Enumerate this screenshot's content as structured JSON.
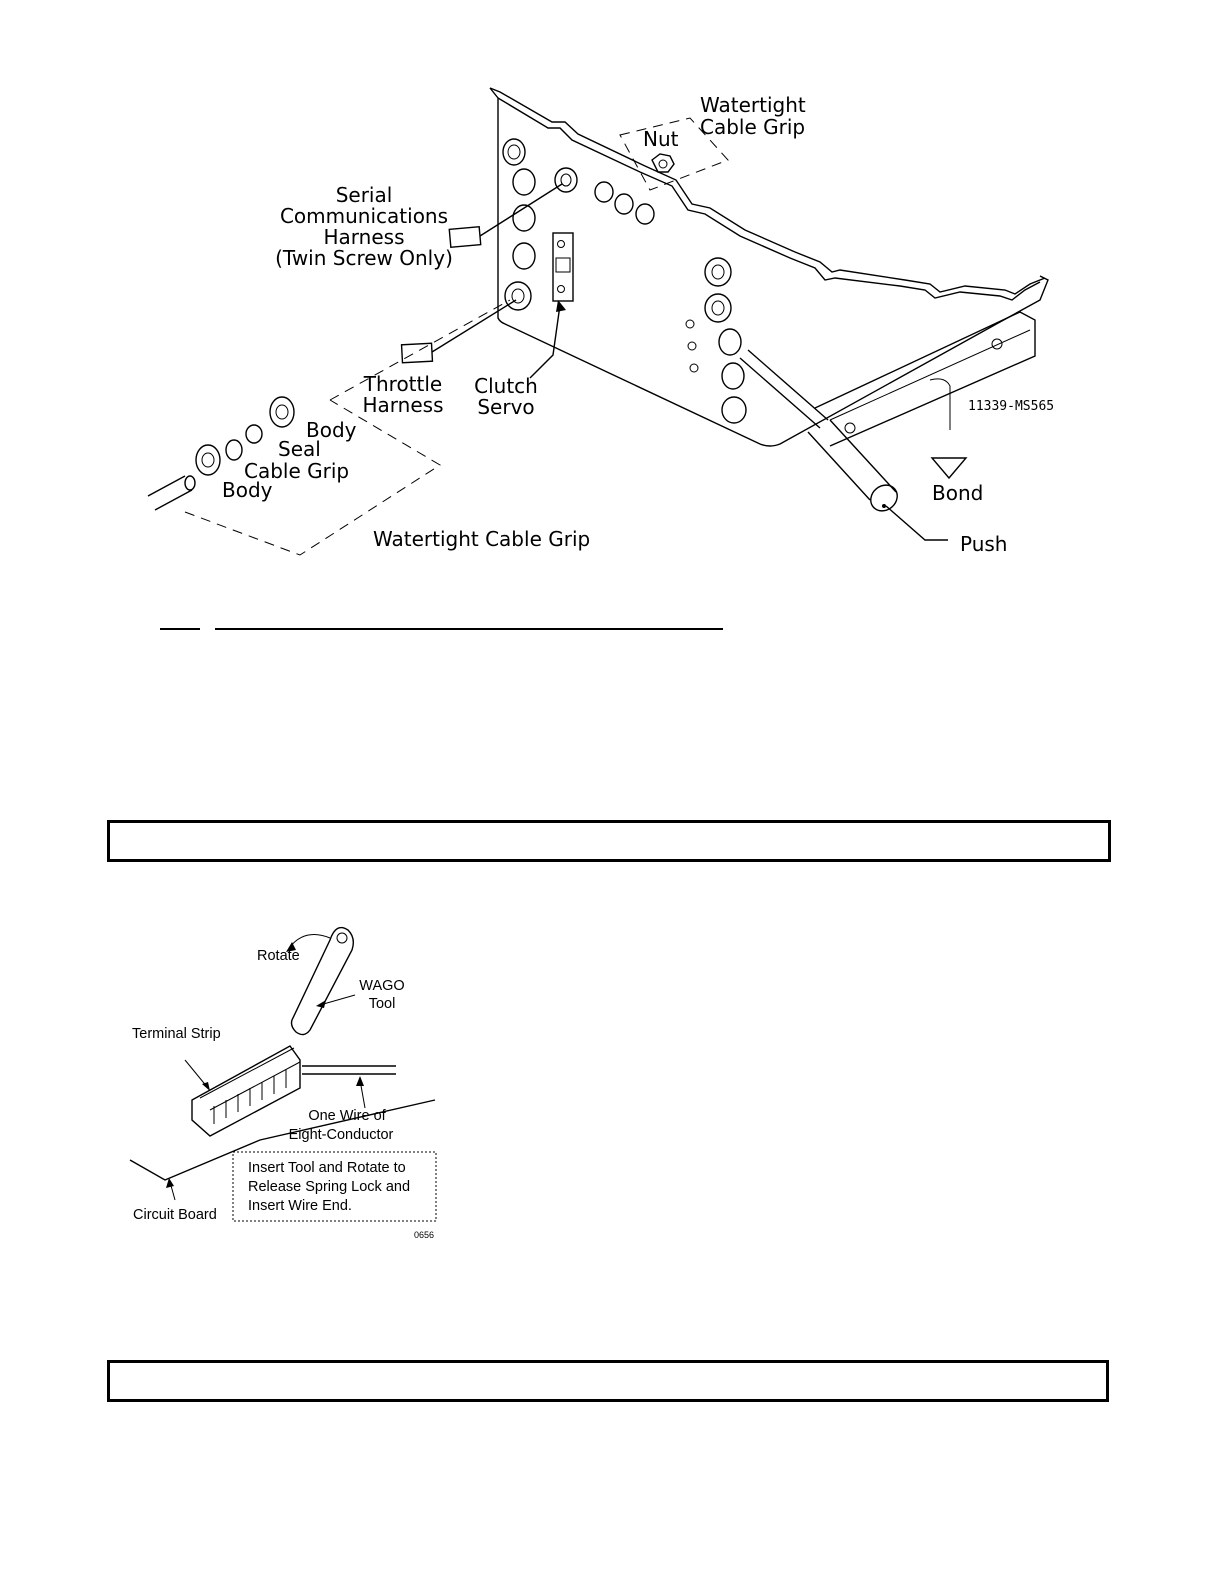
{
  "figure1": {
    "id": "11339-MS565",
    "labels": {
      "watertight_top_1": "Watertight",
      "watertight_top_2": "Cable Grip",
      "nut": "Nut",
      "serial_1": "Serial",
      "serial_2": "Communications",
      "serial_3": "Harness",
      "serial_4": "(Twin Screw Only)",
      "throttle_1": "Throttle",
      "throttle_2": "Harness",
      "clutch_1": "Clutch",
      "clutch_2": "Servo",
      "body_top": "Body",
      "seal": "Seal",
      "cable_grip": "Cable Grip",
      "body_bottom": "Body",
      "watertight_bottom": "Watertight Cable Grip",
      "bond": "Bond",
      "push": "Push"
    }
  },
  "figure2": {
    "id": "0656",
    "labels": {
      "rotate": "Rotate",
      "wago_1": "WAGO",
      "wago_2": "Tool",
      "terminal_strip": "Terminal Strip",
      "wire_1": "One Wire of",
      "wire_2": "Eight-Conductor",
      "circuit_board": "Circuit Board",
      "note_1": "Insert Tool and Rotate to",
      "note_2": "Release  Spring Lock and",
      "note_3": "Insert Wire End."
    }
  }
}
